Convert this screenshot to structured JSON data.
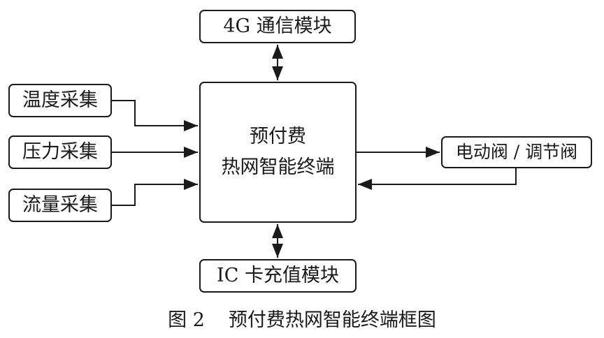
{
  "modules": {
    "comm_4g": "4G 通信模块",
    "temperature": "温度采集",
    "pressure": "压力采集",
    "flow": "流量采集",
    "terminal_line1": "预付费",
    "terminal_line2": "热网智能终端",
    "valve": "电动阀 / 调节阀",
    "ic_card": "IC 卡充值模块"
  },
  "caption": {
    "figure_number": "图 2",
    "title": "预付费热网智能终端框图"
  },
  "colors": {
    "line": "#1a1a1a",
    "background": "#ffffff"
  }
}
